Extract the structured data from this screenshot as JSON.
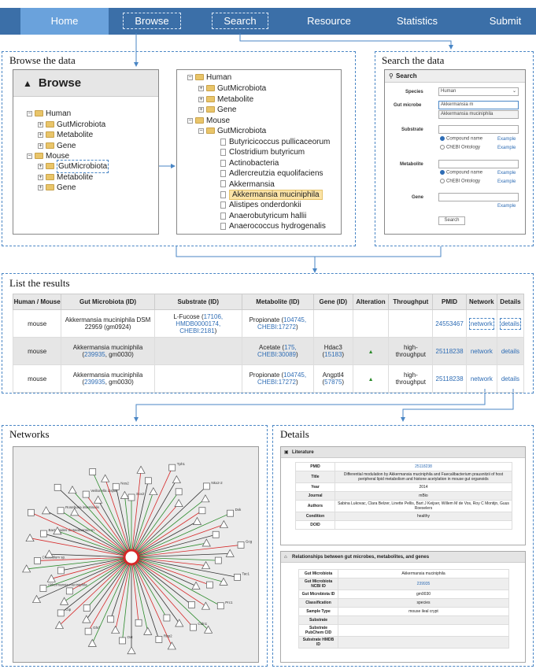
{
  "nav": [
    "Home",
    "Browse",
    "Search",
    "Resource",
    "Statistics",
    "Submit"
  ],
  "sections": {
    "browse": "Browse the data",
    "search": "Search the data",
    "results": "List the results",
    "networks": "Networks",
    "details": "Details"
  },
  "browse_tree": {
    "title": "Browse",
    "human": "Human",
    "mouse": "Mouse",
    "gut": "GutMicrobiota",
    "metabolite": "Metabolite",
    "gene": "Gene"
  },
  "microbes": [
    "Butyricicoccus pullicaceorum",
    "Clostridium butyricum",
    "Actinobacteria",
    "Adlercreutzia equolifaciens",
    "Akkermansia",
    "Akkermansia muciniphila",
    "Alistipes onderdonkii",
    "Anaerobutyricum hallii",
    "Anaerococcus hydrogenalis"
  ],
  "search": {
    "title": "Search",
    "species_label": "Species",
    "species_value": "Human",
    "gut_label": "Gut microbe",
    "gut_value": "Akkermansia m",
    "gut_suggest": "Akkermansia muciniphila",
    "substrate_label": "Substrate",
    "metabolite_label": "Metabolite",
    "gene_label": "Gene",
    "opt_compound": "Compound name",
    "opt_chebi": "ChEBI Ontology",
    "example": "Example",
    "button": "Search"
  },
  "table": {
    "headers": [
      "Human / Mouse",
      "Gut Microbiota (ID)",
      "Substrate (ID)",
      "Metabolite (ID)",
      "Gene (ID)",
      "Alteration",
      "Throughput",
      "PMID",
      "Network",
      "Details"
    ],
    "rows": [
      {
        "species": "mouse",
        "gut": "Akkermansia muciniphila DSM 22959 (gm0924)",
        "sub_pre": "L-Fucose (",
        "sub_ids": "17106, HMDB0000174, CHEBI:2181",
        "sub_post": ")",
        "met_pre": "Propionate (",
        "met_ids": "104745, CHEBI:17272",
        "met_post": ")",
        "gene_pre": "",
        "gene_ids": "",
        "gene_post": "",
        "alt": "",
        "thr": "",
        "pmid": "24553467",
        "network": "network",
        "details": "details"
      },
      {
        "species": "mouse",
        "gut_pre": "Akkermansia muciniphila (",
        "gut_ids": "239935",
        "gut_post": ", gm0030)",
        "met_pre": "Acetate (",
        "met_ids": "175, CHEBI:30089",
        "met_post": ")",
        "gene_pre": "Hdac3 (",
        "gene_ids": "15183",
        "gene_post": ")",
        "alt": "^",
        "thr": "high-throughput",
        "pmid": "25118238",
        "network": "network",
        "details": "details"
      },
      {
        "species": "mouse",
        "gut_pre": "Akkermansia muciniphila (",
        "gut_ids": "239935",
        "gut_post": ", gm0030)",
        "met_pre": "Propionate (",
        "met_ids": "104745, CHEBI:17272",
        "met_post": ")",
        "gene_pre": "Angptl4 (",
        "gene_ids": "57875",
        "gene_post": ")",
        "alt": "^",
        "thr": "high-throughput",
        "pmid": "25118238",
        "network": "network",
        "details": "details"
      }
    ]
  },
  "literature": {
    "title": "Literature",
    "rows": [
      [
        "PMID",
        "25118238"
      ],
      [
        "Title",
        "Differential modulation by Akkermansia muciniphila and Faecalibacterium prausnitzii of host peripheral lipid metabolism and histone acetylation in mouse gut organoids"
      ],
      [
        "Year",
        "2014"
      ],
      [
        "Journal",
        "mBio"
      ],
      [
        "Authors",
        "Sabina Lukovac, Clara Belzer, Linette Pellis, Bart J Keijser, Willem M de Vos, Roy C Montijn, Guus Roeselers"
      ],
      [
        "Condition",
        "healthy"
      ],
      [
        "DOID",
        ""
      ]
    ]
  },
  "relationships": {
    "title": "Relationships between gut microbes, metabolites, and genes",
    "rows": [
      [
        "Gut Microbiota",
        "Akkermansia muciniphila"
      ],
      [
        "Gut Microbiota NCBI ID",
        "239935"
      ],
      [
        "Gut Microbiota ID",
        "gm0030"
      ],
      [
        "Classification",
        "species"
      ],
      [
        "Sample Type",
        "mouse ileal crypt"
      ],
      [
        "Substrate",
        ""
      ],
      [
        "Substrate PubChem CID",
        ""
      ],
      [
        "Substrate HMDB ID",
        ""
      ]
    ]
  },
  "network_labels": [
    "Sox2",
    "Tph1",
    "Nkx2-2",
    "Dxk",
    "Gcg",
    "Tac1",
    "Prc1",
    "Cldn1",
    "Rbp2",
    "Oxt",
    "Ghrl",
    "Gip",
    "Akkermansia muciniphila",
    "Clostridium sp.",
    "Bacteroides thetaiotaomicron",
    "Roseburia intestinalis",
    "Veillonella dispar",
    "Nos2",
    "Ins1",
    "Lep",
    "Nr3",
    "Ngf"
  ],
  "colors": {
    "nav": "#3b6fa8",
    "nav_active": "#6aa2dc",
    "link": "#2f6db5",
    "dash": "#4a86c5",
    "red_edge": "#d62828",
    "green_edge": "#2a8a2a"
  }
}
